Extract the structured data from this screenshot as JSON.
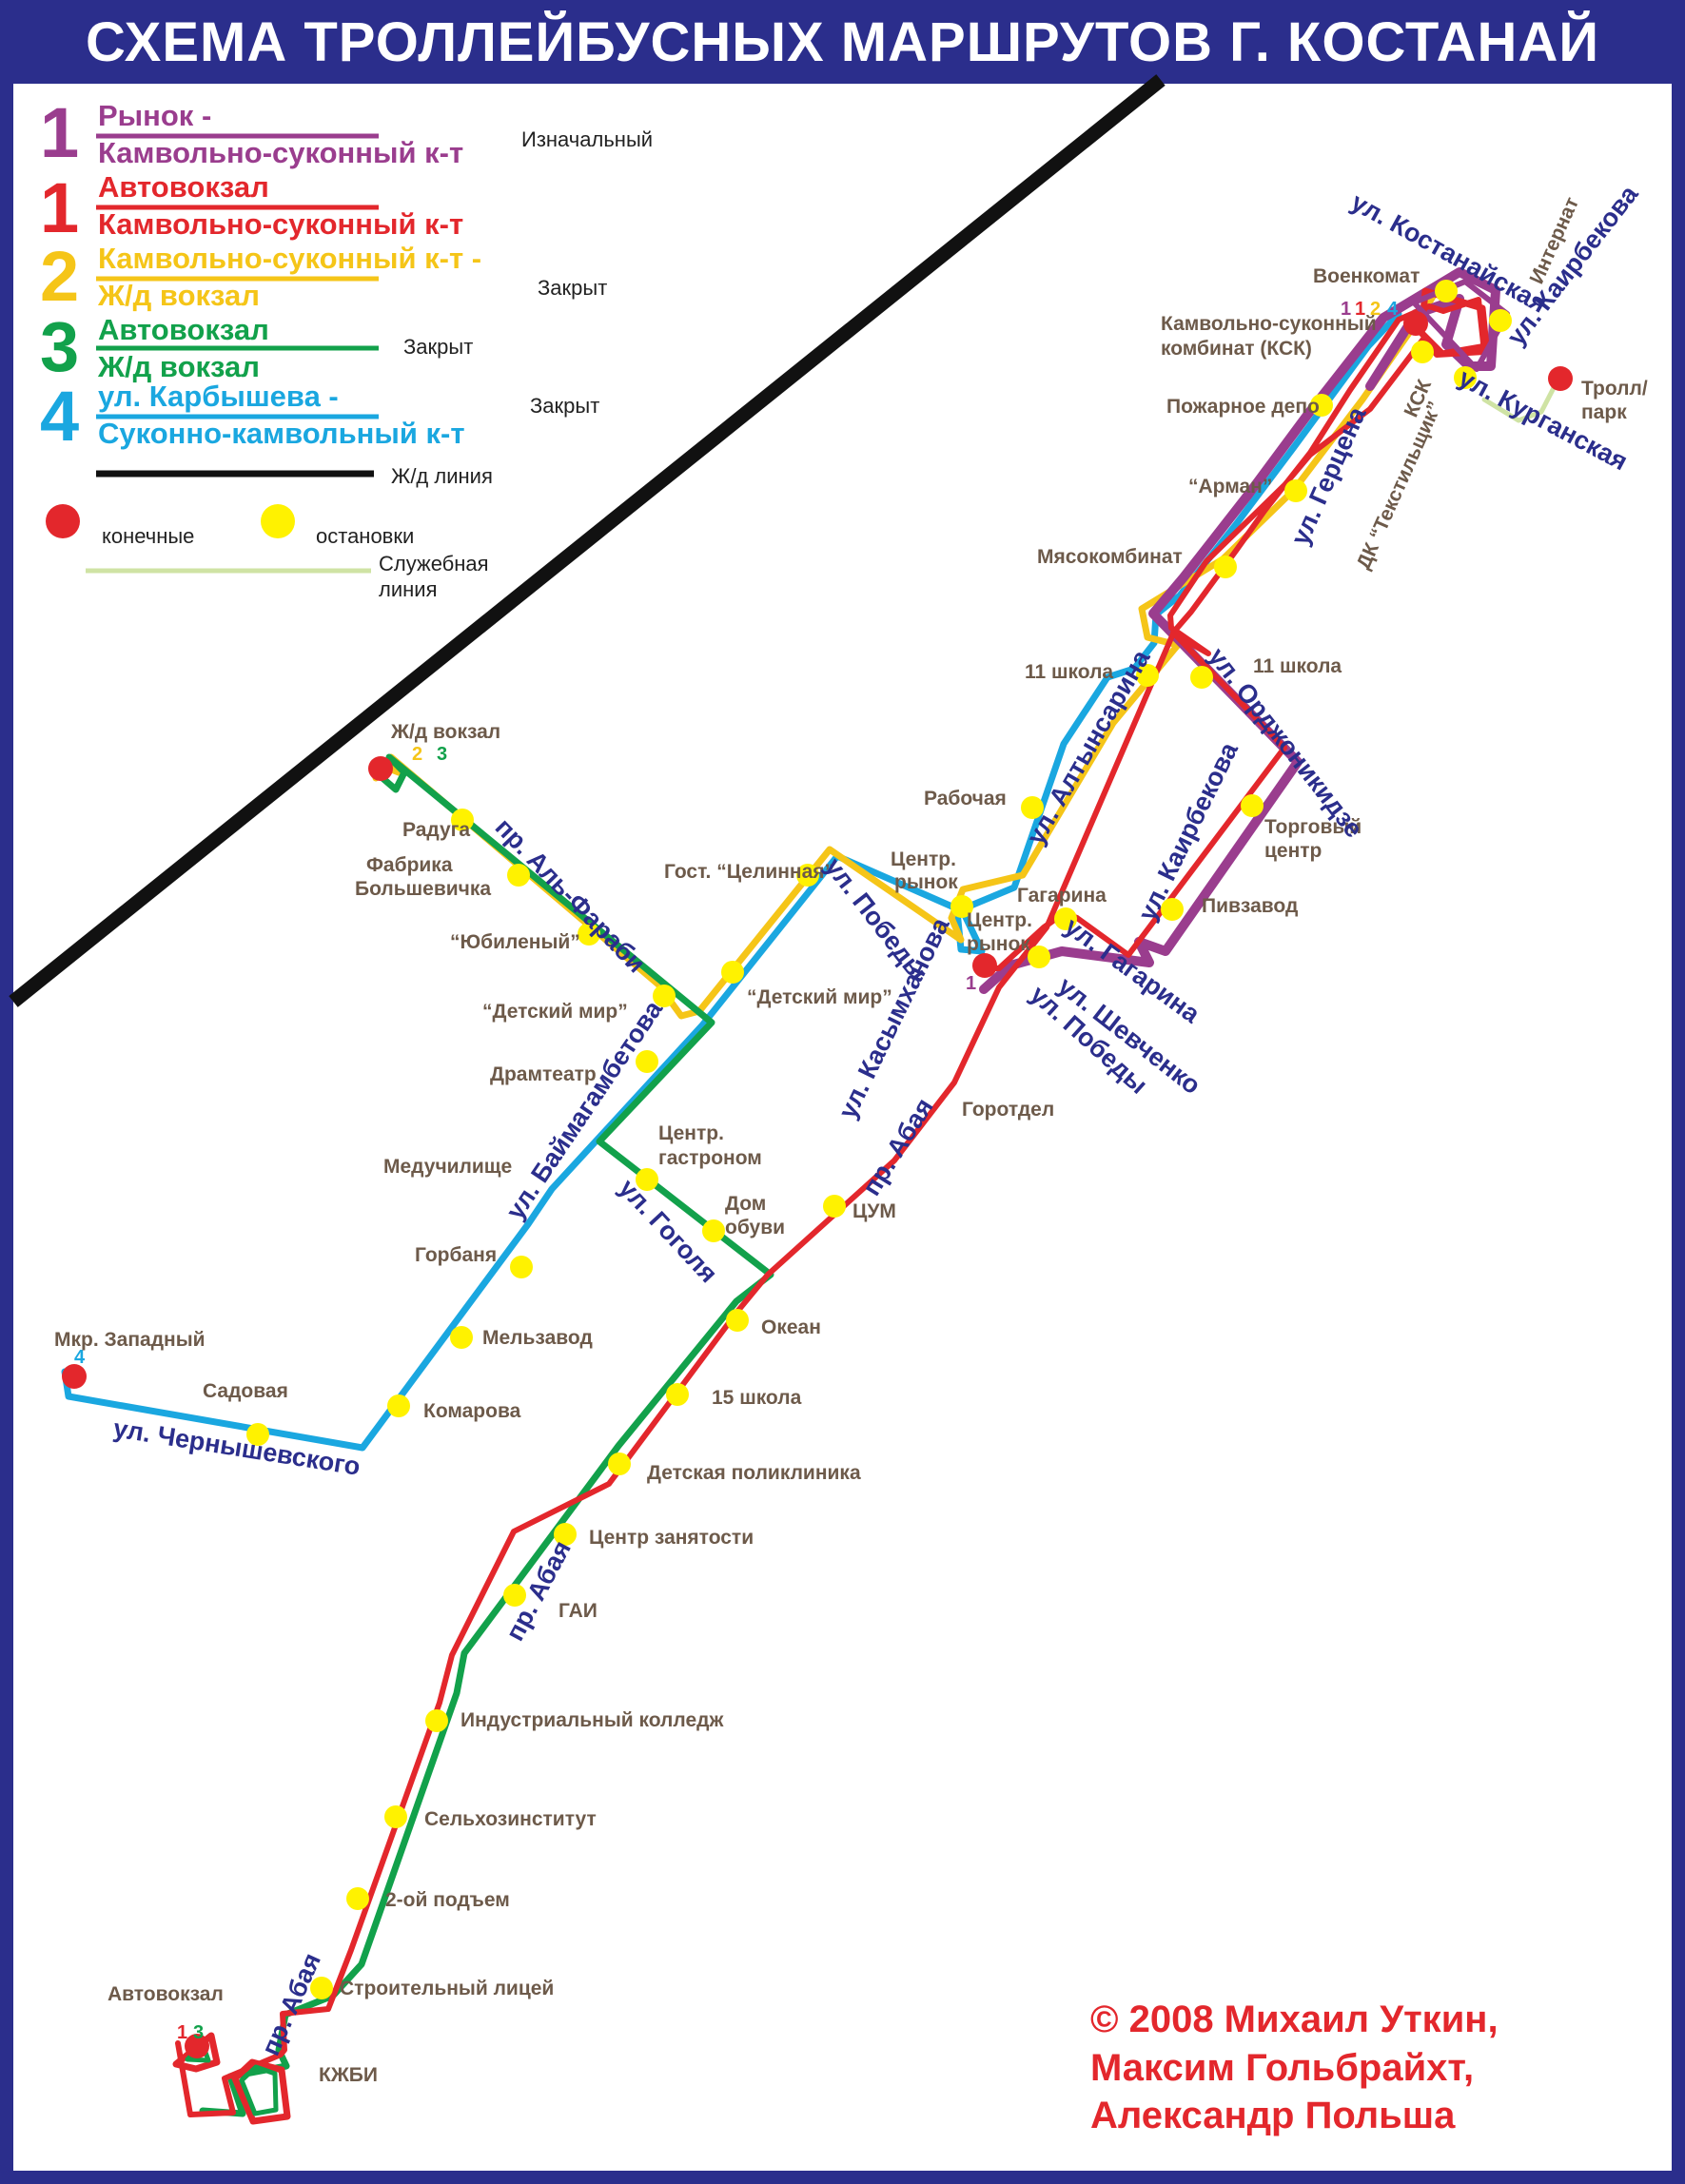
{
  "title": "СХЕМА ТРОЛЛЕЙБУСНЫХ МАРШРУТОВ Г. КОСТАНАЙ",
  "colors": {
    "frame": "#2B2E8C",
    "route1_original": "#9A3D8E",
    "route1": "#E3272C",
    "route2": "#F5C518",
    "route3": "#12A14B",
    "route4": "#1AA7E0",
    "railway": "#111111",
    "service": "#CFE3A4",
    "terminal": "#E3272C",
    "stop": "#FFF200",
    "stop_label": "#6d5a4a",
    "street_label": "#2B2E8C"
  },
  "legend": {
    "routes": [
      {
        "number": "1",
        "line1": "Рынок -",
        "line2": "Камвольно-суконный к-т",
        "status": "Изначальный",
        "color": "#9A3D8E"
      },
      {
        "number": "1",
        "line1": "Автовокзал",
        "line2": "Камвольно-суконный к-т",
        "status": "",
        "color": "#E3272C"
      },
      {
        "number": "2",
        "line1": "Камвольно-суконный к-т -",
        "line2": "Ж/д вокзал",
        "status": "Закрыт",
        "color": "#F5C518"
      },
      {
        "number": "3",
        "line1": "Автовокзал",
        "line2": "Ж/д вокзал",
        "status": "Закрыт",
        "color": "#12A14B"
      },
      {
        "number": "4",
        "line1": "ул. Карбышева -",
        "line2": "Суконно-камвольный к-т",
        "status": "Закрыт",
        "color": "#1AA7E0"
      }
    ],
    "railway": "Ж/д линия",
    "terminals": "конечные",
    "stops": "остановки",
    "service_line_1": "Служебная",
    "service_line_2": "линия"
  },
  "stops": {
    "voenkomat": "Военкомат",
    "ksk_1": "Камвольно-суконный",
    "ksk_2": "комбинат (КСК)",
    "pozharnoe": "Пожарное депо",
    "arman": "“Арман”",
    "myasokombinat": "Мясокомбинат",
    "shkola11_a": "11 школа",
    "shkola11_b": "11 школа",
    "rabochaya": "Рабочая",
    "torgovyi_1": "Торговый",
    "torgovyi_2": "центр",
    "pivzavod": "Пивзавод",
    "gagarina": "Гагарина",
    "centr_rynok_a1": "Центр.",
    "centr_rynok_a2": "рынок",
    "centr_rynok_b1": "Центр.",
    "centr_rynok_b2": "рынок",
    "zhd_vokzal": "Ж/д вокзал",
    "raduga": "Радуга",
    "fabrika_1": "Фабрика",
    "fabrika_2": "Большевичка",
    "yubileyny": "“Юбиленый”",
    "detmir_a": "“Детский мир”",
    "detmir_b": "“Детский мир”",
    "celinnaya": "Гост. “Целинная”",
    "dramteatr": "Драмтеатр",
    "gastronom_1": "Центр.",
    "gastronom_2": "гастроном",
    "meduchilische": "Медучилище",
    "dom_obuvi_1": "Дом",
    "dom_obuvi_2": "обуви",
    "gorotdel": "Горотдел",
    "tsum": "ЦУМ",
    "gorbanya": "Горбаня",
    "okean": "Океан",
    "melzavod": "Мельзавод",
    "zapadny": "Мкр. Западный",
    "sadovaya": "Садовая",
    "komarova": "Комарова",
    "shkola15": "15 школа",
    "poliklinika": "Детская поликлиника",
    "centr_zanyatosti": "Центр занятости",
    "gai": "ГАИ",
    "industrialny": "Индустриальный колледж",
    "selhoz": "Сельхозинститут",
    "podyem": "2-ой подъем",
    "licey": "Строительный лицей",
    "avtovokzal": "Автовокзал",
    "zhbi": "КЖБИ",
    "troll_park_1": "Тролл/",
    "troll_park_2": "парк"
  },
  "streets": {
    "kostanayskaya": "ул. Костанайская",
    "kairbekova_a": "ул. Каирбекова",
    "kurganskaya": "ул. Курганская",
    "gercena": "ул. Герцена",
    "ksk_short": "КСК",
    "internat": "Интернат",
    "dk_tekstilshik": "ДК “Текстильщик”",
    "ordzhonikidze": "ул. Орджоникидзе",
    "altynsarina": "ул. Алтынсарина",
    "kairbekova_b": "ул. Каирбекова",
    "gagarina": "ул. Гагарина",
    "shevchenko": "ул. Шевченко",
    "pobedy_a": "ул. Победы",
    "pobedy_b": "ул. Победы",
    "kasymkhanova": "ул. Касымханова",
    "al_farabi": "пр. Аль-Фараби",
    "baymagambetova": "ул. Баймагамбетова",
    "gogolya": "ул. Гоголя",
    "abaya_a": "пр. Абая",
    "abaya_b": "пр. Абая",
    "abaya_c": "пр. Абая",
    "chernyshevskogo": "ул. Чернышевского"
  },
  "route_markers": {
    "ksk": [
      "1",
      "1",
      "2",
      "4"
    ],
    "zhd": [
      "2",
      "3"
    ],
    "zapadny": [
      "4"
    ],
    "rynok": [
      "1"
    ],
    "avtovokzal": [
      "1",
      "3"
    ]
  },
  "credits": [
    "© 2008 Михаил Уткин,",
    "Максим Гольбрайхт,",
    "Александр Польша"
  ]
}
